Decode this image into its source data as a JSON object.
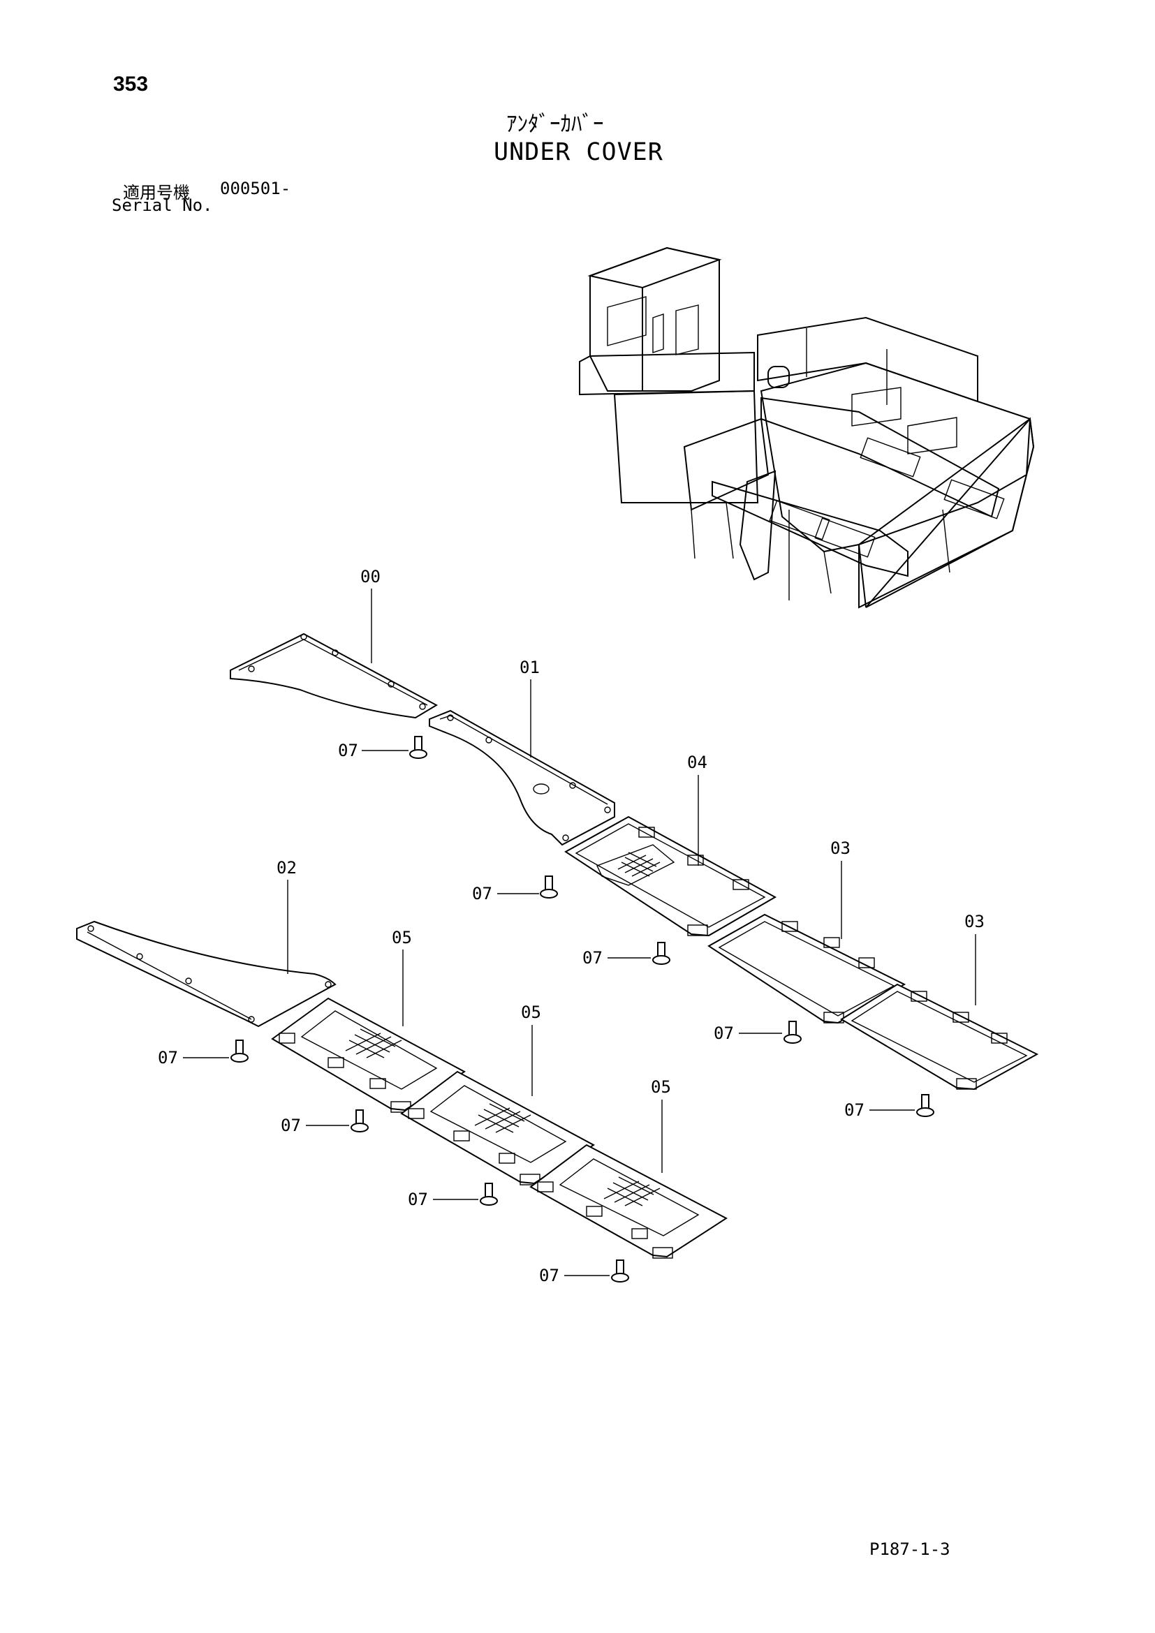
{
  "header": {
    "page_number": "353",
    "title_jp": "ｱﾝﾀﾞｰｶﾊﾞｰ",
    "title_en": "UNDER COVER",
    "serial_label_jp": "適用号機",
    "serial_value": "000501-",
    "serial_label_en": "Serial No."
  },
  "footer": {
    "ref_code": "P187-1-3"
  },
  "callouts": {
    "c00": "00",
    "c01": "01",
    "c02": "02",
    "c03a": "03",
    "c03b": "03",
    "c04": "04",
    "c05a": "05",
    "c05b": "05",
    "c05c": "05",
    "c07a": "07",
    "c07b": "07",
    "c07c": "07",
    "c07d": "07",
    "c07e": "07",
    "c07f": "07",
    "c07g": "07",
    "c07h": "07",
    "c07i": "07"
  }
}
